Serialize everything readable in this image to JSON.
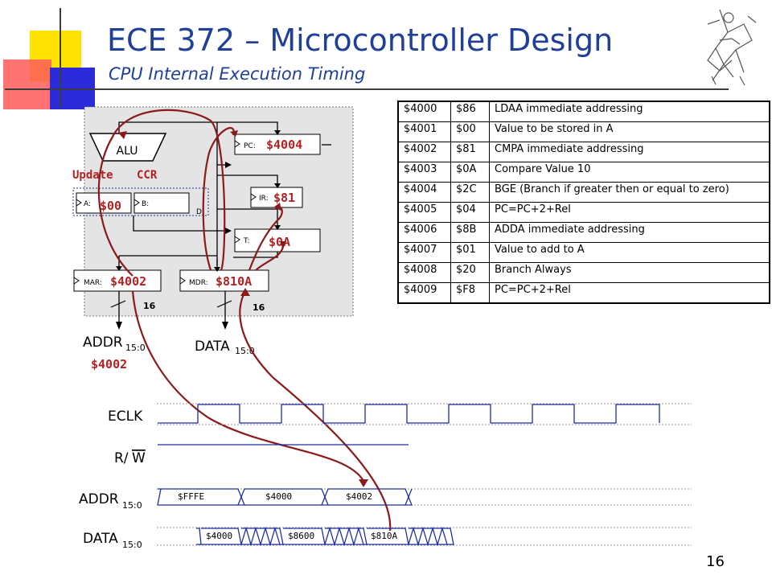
{
  "header": {
    "title": "ECE 372 – Microcontroller Design",
    "subtitle": "CPU Internal Execution Timing",
    "slide_number": "16"
  },
  "colors": {
    "title": "#1f3f99",
    "accent_red": "#8b1a1a",
    "value_red": "#b22222",
    "bus_blue": "#1f2fa0",
    "diagram_bg": "#e4e4e4"
  },
  "cpu": {
    "alu_label": "ALU",
    "update_label": "Update",
    "ccr_label": "CCR",
    "reg_a_label": "A:",
    "reg_a_value": "$00",
    "reg_b_label": "B:",
    "reg_d_label": "D",
    "pc_label": "PC:",
    "pc_value": "$4004",
    "ir_label": "IR:",
    "ir_value": "$81",
    "t_label": "T:",
    "t_value": "$0A",
    "mar_label": "MAR:",
    "mar_value": "$4002",
    "mdr_label": "MDR:",
    "mdr_value": "$810A",
    "addr_width": "16",
    "data_width": "16",
    "addr_bus_label": "ADDR",
    "addr_bus_sub": "15:0",
    "data_bus_label": "DATA",
    "data_bus_sub": "15:0",
    "addr_bus_value": "$4002"
  },
  "memory_table": [
    {
      "address": "$4000",
      "value": "$86",
      "description": "LDAA immediate addressing"
    },
    {
      "address": "$4001",
      "value": "$00",
      "description": "Value to be stored in A"
    },
    {
      "address": "$4002",
      "value": "$81",
      "description": "CMPA immediate addressing"
    },
    {
      "address": "$4003",
      "value": "$0A",
      "description": "Compare Value 10"
    },
    {
      "address": "$4004",
      "value": "$2C",
      "description": "BGE (Branch if greater then or equal to zero)"
    },
    {
      "address": "$4005",
      "value": "$04",
      "description": "PC=PC+2+Rel"
    },
    {
      "address": "$4006",
      "value": "$8B",
      "description": "ADDA immediate addressing"
    },
    {
      "address": "$4007",
      "value": "$01",
      "description": "Value to add to A"
    },
    {
      "address": "$4008",
      "value": "$20",
      "description": "Branch Always"
    },
    {
      "address": "$4009",
      "value": "$F8",
      "description": "PC=PC+2+Rel"
    }
  ],
  "timing": {
    "eclk_label": "ECLK",
    "rw_label_r": "R/",
    "rw_label_w": "W",
    "addr_label": "ADDR",
    "addr_sub": "15:0",
    "data_label": "DATA",
    "data_sub": "15:0",
    "addr_values": [
      "$FFFE",
      "$4000",
      "$4002"
    ],
    "data_values": [
      "$4000",
      "$8600",
      "$810A"
    ]
  }
}
